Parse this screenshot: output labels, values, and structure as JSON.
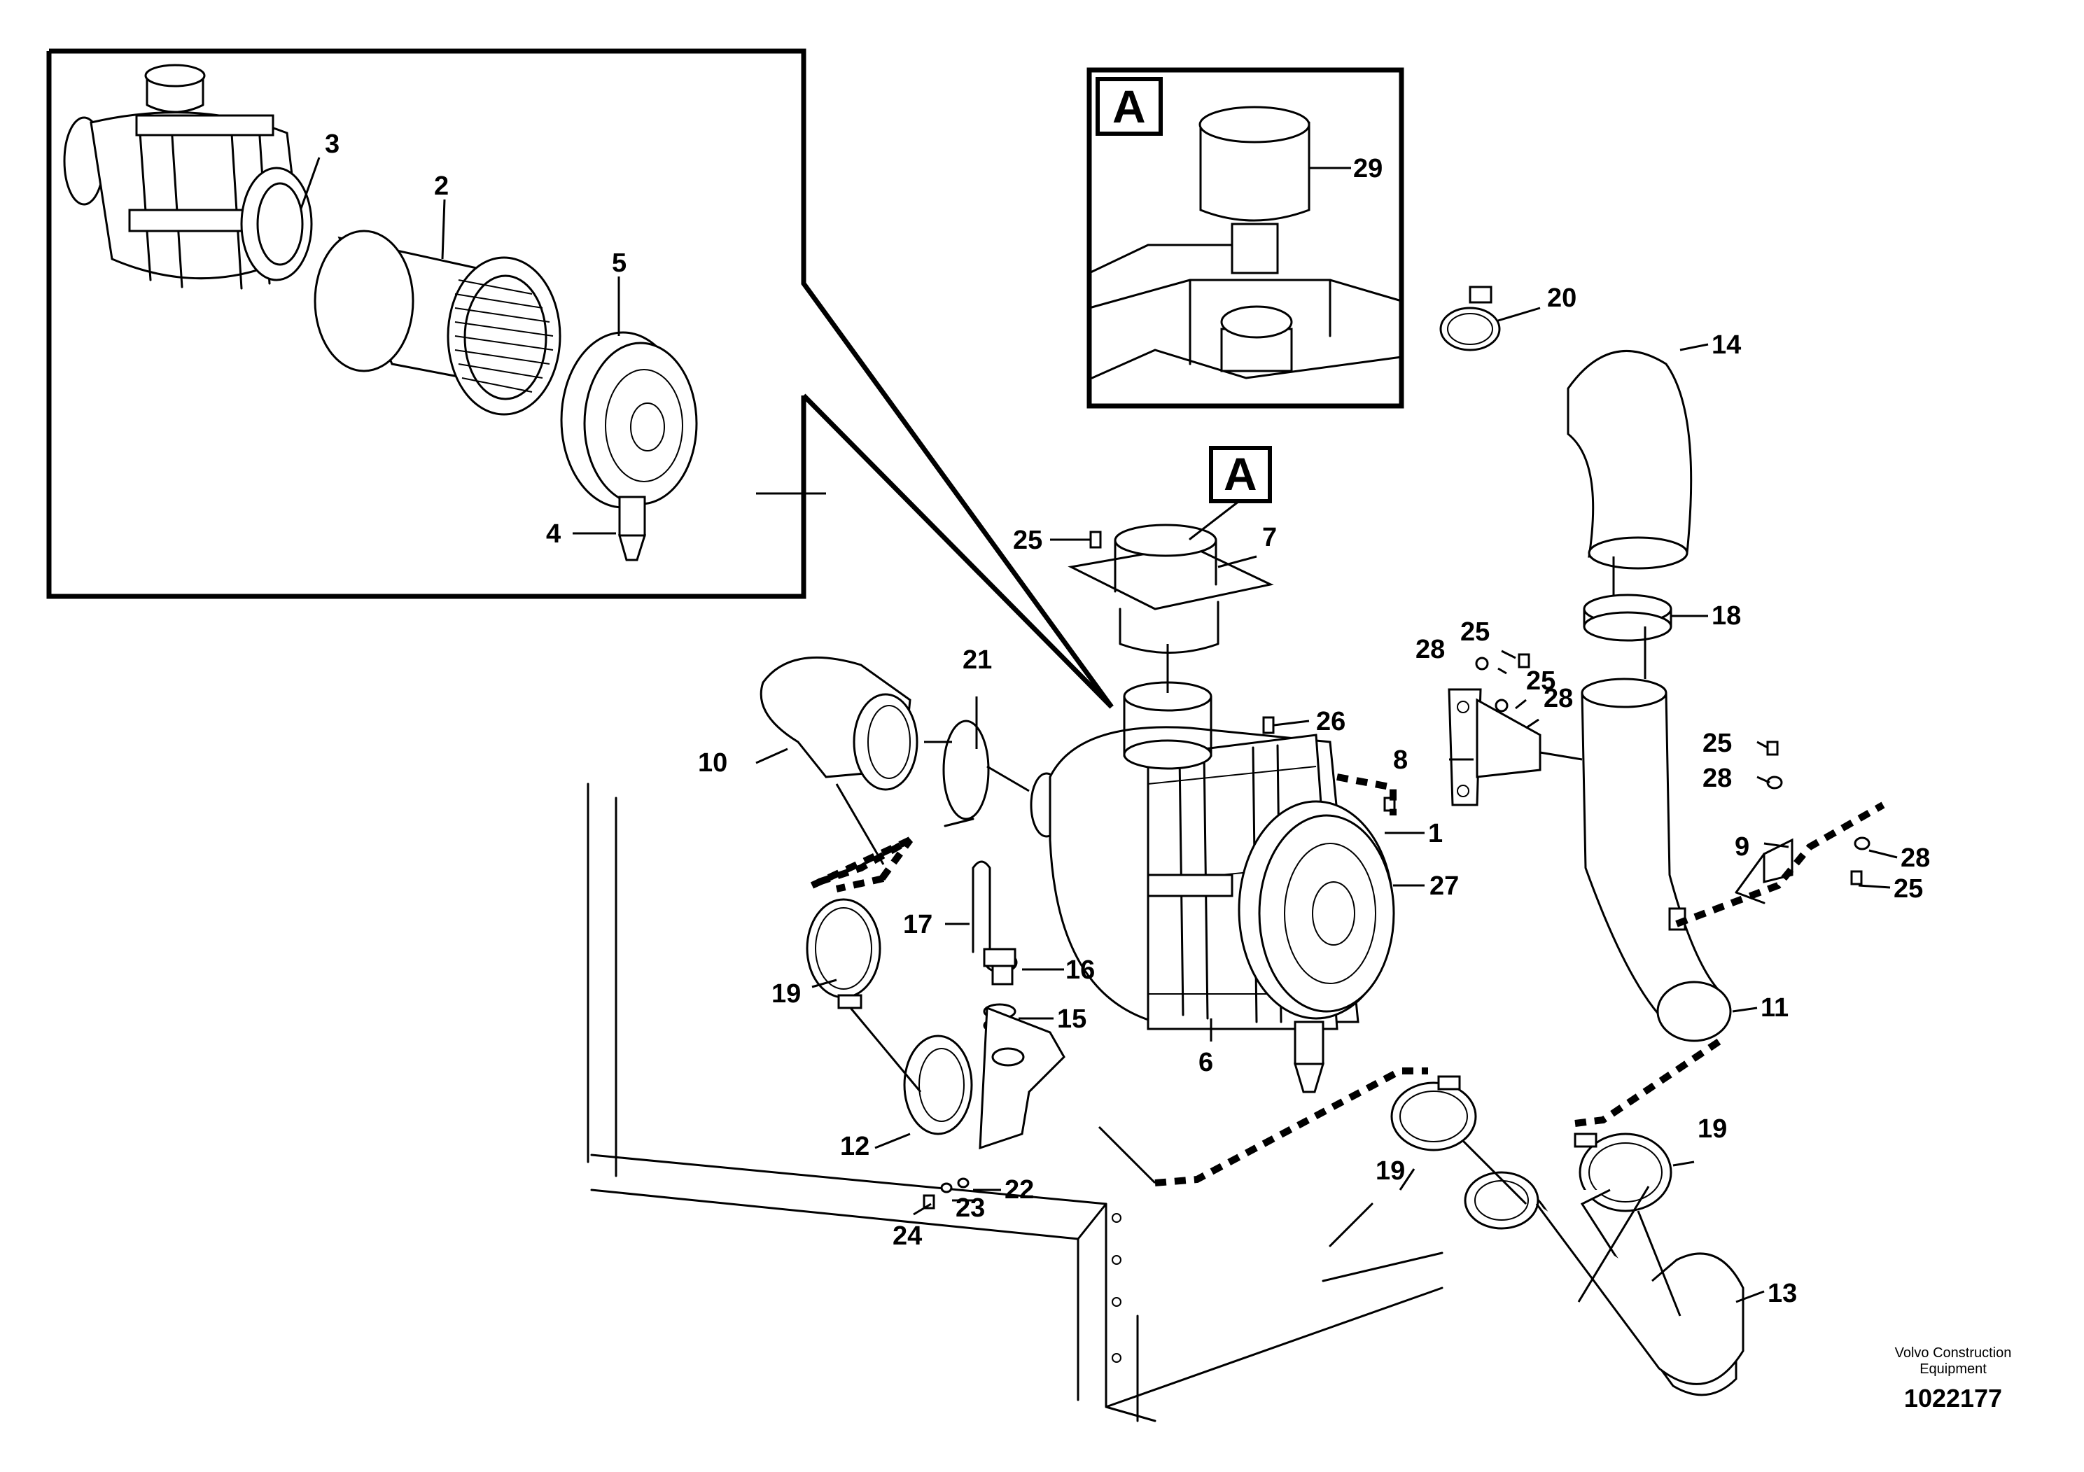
{
  "diagram": {
    "view_tag": "A",
    "callouts": {
      "c1": "1",
      "c2": "2",
      "c3": "3",
      "c4": "4",
      "c5": "5",
      "c6": "6",
      "c7": "7",
      "c8": "8",
      "c9": "9",
      "c10": "10",
      "c11": "11",
      "c12": "12",
      "c13": "13",
      "c14": "14",
      "c15": "15",
      "c16": "16",
      "c17": "17",
      "c18": "18",
      "c19a": "19",
      "c19b": "19",
      "c19c": "19",
      "c20": "20",
      "c21": "21",
      "c22": "22",
      "c23": "23",
      "c24": "24",
      "c25a": "25",
      "c25b": "25",
      "c25c": "25",
      "c25d": "25",
      "c25e": "25",
      "c26": "26",
      "c27": "27",
      "c28a": "28",
      "c28b": "28",
      "c28c": "28",
      "c28d": "28",
      "c29": "29"
    }
  },
  "footer": {
    "brand_line1": "Volvo Construction",
    "brand_line2": "Equipment",
    "doc_number": "1022177"
  }
}
